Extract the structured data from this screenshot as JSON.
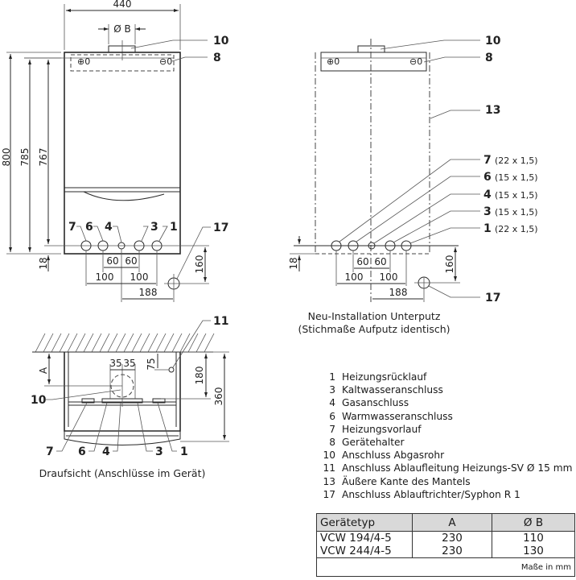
{
  "front_view": {
    "width_dim": "440",
    "flue_dim": "Ø B",
    "height_dims": [
      "800",
      "785",
      "767"
    ],
    "bottom_offset": "18",
    "callouts_top": [
      "10",
      "8"
    ],
    "connection_labels": [
      "7",
      "6",
      "4",
      "3",
      "1"
    ],
    "drain_label": "17",
    "spacing_inner": [
      "60",
      "60"
    ],
    "spacing_outer": [
      "100",
      "100"
    ],
    "drain_horizontal": "188",
    "drain_vertical": "160"
  },
  "install_view": {
    "callouts_top": [
      "10",
      "8"
    ],
    "casing_edge_label": "13",
    "connections": [
      {
        "num": "7",
        "spec": "(22 x 1,5)"
      },
      {
        "num": "6",
        "spec": "(15 x 1,5)"
      },
      {
        "num": "4",
        "spec": "(15 x 1,5)"
      },
      {
        "num": "3",
        "spec": "(15 x 1,5)"
      },
      {
        "num": "1",
        "spec": "(22 x 1,5)"
      }
    ],
    "bottom_offset": "18",
    "spacing_inner": [
      "60",
      "60"
    ],
    "spacing_outer": [
      "100",
      "100"
    ],
    "drain_horizontal": "188",
    "drain_vertical": "160",
    "drain_label": "17",
    "caption_line1": "Neu-Installation Unterputz",
    "caption_line2": "(Stichmaße Aufputz identisch)"
  },
  "top_view": {
    "drain_valve_label": "11",
    "dim_a": "A",
    "dim_35_left": "35",
    "dim_35_right": "35",
    "dim_75": "75",
    "dim_180": "180",
    "dim_360": "360",
    "flue_label": "10",
    "bottom_labels": [
      "7",
      "6",
      "4",
      "3",
      "1"
    ],
    "caption": "Draufsicht (Anschlüsse im Gerät)"
  },
  "legend": [
    {
      "num": "1",
      "text": "Heizungsrücklauf"
    },
    {
      "num": "3",
      "text": "Kaltwasseranschluss"
    },
    {
      "num": "4",
      "text": "Gasanschluss"
    },
    {
      "num": "6",
      "text": "Warmwasseranschluss"
    },
    {
      "num": "7",
      "text": "Heizungsvorlauf"
    },
    {
      "num": "8",
      "text": "Gerätehalter"
    },
    {
      "num": "10",
      "text": "Anschluss Abgasrohr"
    },
    {
      "num": "11",
      "text": "Anschluss Ablaufleitung Heizungs-SV Ø 15 mm"
    },
    {
      "num": "13",
      "text": "Äußere Kante des Mantels"
    },
    {
      "num": "17",
      "text": "Anschluss Ablauftrichter/Syphon R 1"
    }
  ],
  "table": {
    "headers": [
      "Gerätetyp",
      "A",
      "Ø B"
    ],
    "rows": [
      [
        "VCW 194/4-5",
        "230",
        "110"
      ],
      [
        "VCW 244/4-5",
        "230",
        "130"
      ]
    ],
    "footer": "Maße in mm"
  }
}
